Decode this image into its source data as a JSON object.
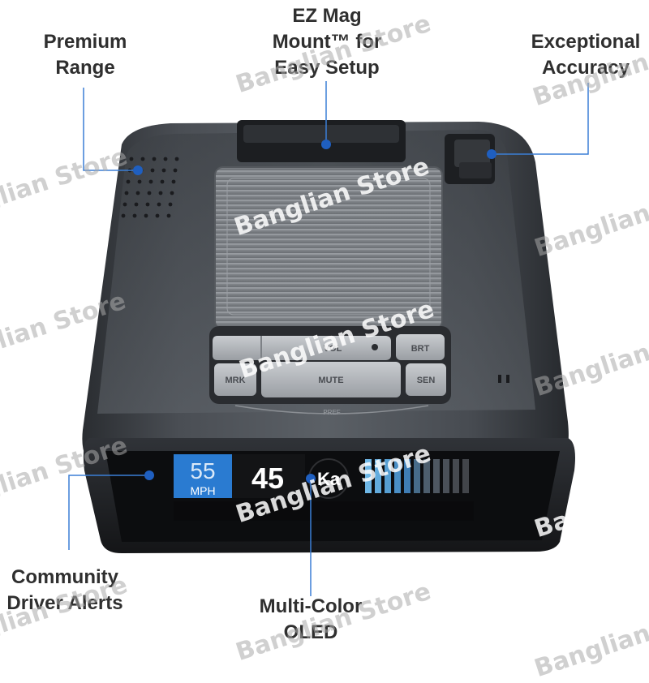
{
  "callouts": {
    "premium_range": [
      "Premium",
      "Range"
    ],
    "ez_mag_mount": [
      "EZ Mag",
      "Mount™ for",
      "Easy Setup"
    ],
    "exceptional_accuracy": [
      "Exceptional",
      "Accuracy"
    ],
    "community_driver_alerts": [
      "Community",
      "Driver Alerts"
    ],
    "multi_color_oled": [
      "Multi-Color",
      "OLED"
    ]
  },
  "buttons": {
    "vol": "VOL",
    "brt": "BRT",
    "mrk": "MRK",
    "mute": "MUTE",
    "sen": "SEN",
    "pref": "PREF"
  },
  "display": {
    "speed_value": "55",
    "speed_unit": "MPH",
    "alert_value": "45",
    "band": "Ka"
  },
  "watermark": "Banglian Store",
  "colors": {
    "callout_line": "#3b7fd6",
    "callout_dot": "#1f5fc0",
    "display_blue": "#2a7bd1",
    "signal_blue": "#6fb7e6"
  }
}
